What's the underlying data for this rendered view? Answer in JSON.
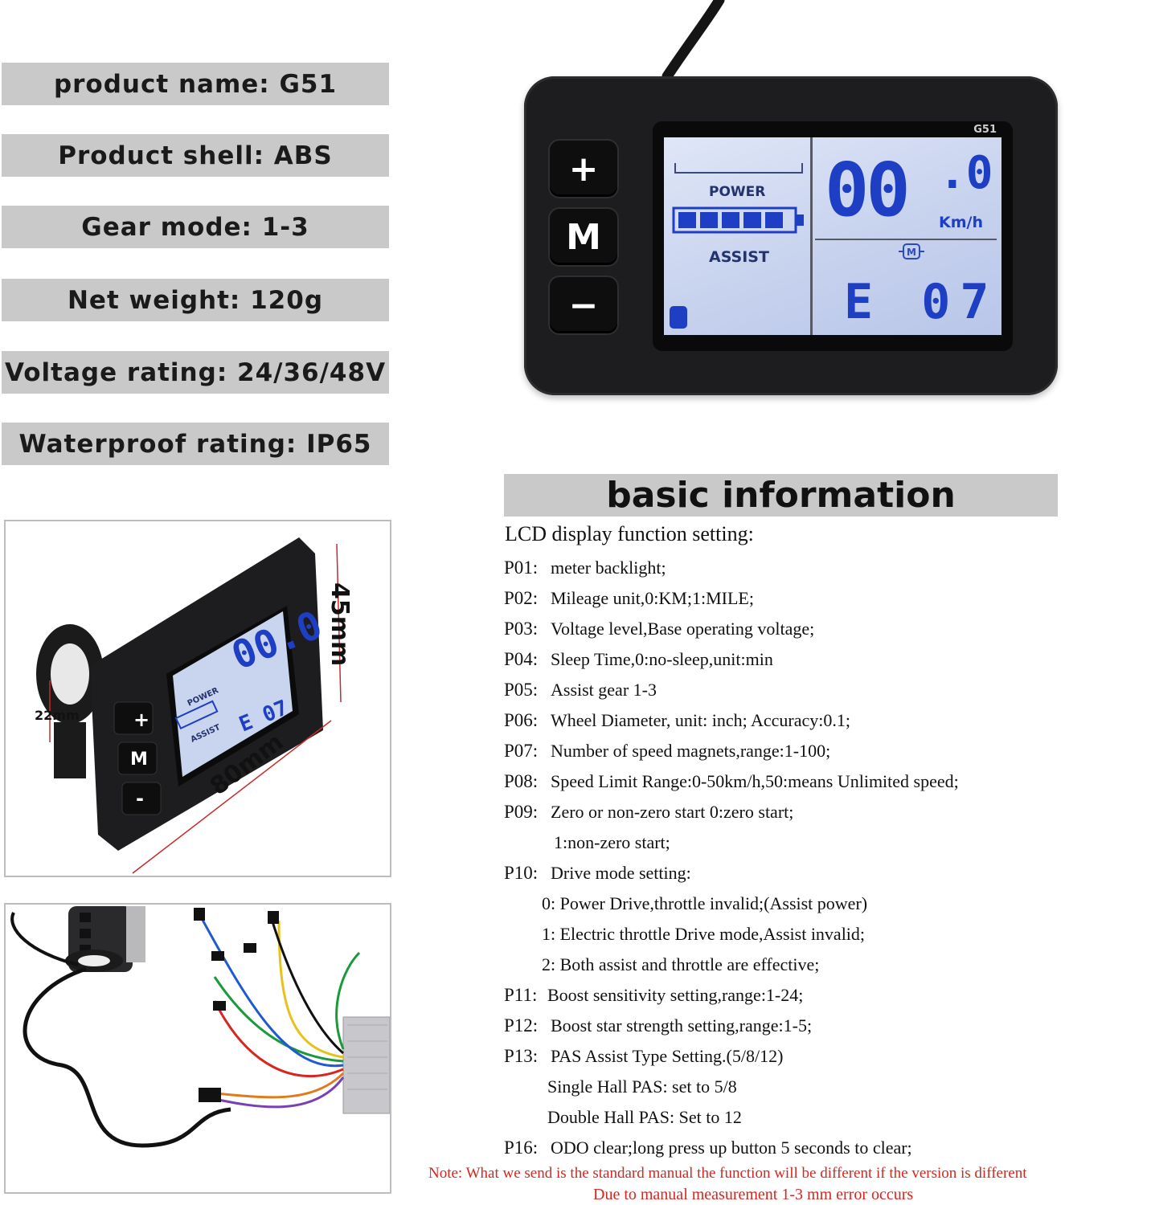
{
  "specs": [
    {
      "label": "product name: G51"
    },
    {
      "label": "Product shell: ABS"
    },
    {
      "label": "Gear mode: 1-3"
    },
    {
      "label": "Net weight: 120g"
    },
    {
      "label": "Voltage rating: 24/36/48V"
    },
    {
      "label": "Waterproof rating: IP65"
    }
  ],
  "display": {
    "model": "G51",
    "buttons": {
      "plus": "+",
      "mode": "M",
      "minus": "−"
    },
    "power_label": "POWER",
    "assist_label": "ASSIST",
    "speed_main": "00",
    "speed_decimal": ".0",
    "speed_unit": "Km/h",
    "error_code": "E 07",
    "motor_symbol": "M"
  },
  "dimensions": {
    "height": "45mm",
    "width": "80mm",
    "clamp": "22mm"
  },
  "basic_info": {
    "title": "basic information",
    "subtitle": "LCD display function setting:",
    "params": [
      {
        "code": "P01:",
        "text": "meter backlight;"
      },
      {
        "code": "P02:",
        "text": "Mileage unit,0:KM;1:MILE;"
      },
      {
        "code": "P03:",
        "text": "Voltage level,Base operating voltage;"
      },
      {
        "code": "P04:",
        "text": "Sleep Time,0:no-sleep,unit:min"
      },
      {
        "code": "P05:",
        "text": "Assist gear 1-3"
      },
      {
        "code": "P06:",
        "text": "Wheel Diameter, unit: inch; Accuracy:0.1;"
      },
      {
        "code": "P07:",
        "text": "Number of speed magnets,range:1-100;"
      },
      {
        "code": "P08:",
        "text": "Speed Limit Range:0-50km/h,50:means Unlimited speed;"
      },
      {
        "code": "P09:",
        "text": "Zero or non-zero start   0:zero start;"
      },
      {
        "code": "",
        "text": "1:non-zero start;"
      },
      {
        "code": "P10:",
        "text": "Drive mode setting:"
      },
      {
        "code": "",
        "text": "0: Power Drive,throttle invalid;(Assist power)"
      },
      {
        "code": "",
        "text": "1: Electric throttle Drive mode,Assist invalid;"
      },
      {
        "code": "",
        "text": "2: Both assist and throttle are effective;"
      },
      {
        "code": "P11:",
        "text": "Boost sensitivity setting,range:1-24;"
      },
      {
        "code": "P12:",
        "text": "Boost star strength setting,range:1-5;"
      },
      {
        "code": "P13:",
        "text": "PAS Assist Type Setting.(5/8/12)"
      },
      {
        "code": "",
        "text": "Single Hall PAS: set to 5/8"
      },
      {
        "code": "",
        "text": "Double Hall PAS: Set to 12"
      },
      {
        "code": "P16:",
        "text": "ODO clear;long press up button 5 seconds to clear;"
      }
    ],
    "note_1": "Note: What we send is the standard manual the function will be different if the version is different",
    "note_2": "Due to manual measurement   1-3 mm error occurs"
  },
  "colors": {
    "spec_bar": "#c9c9c9",
    "lcd_digits": "#1e3fc4",
    "note_red": "#d6261f"
  }
}
